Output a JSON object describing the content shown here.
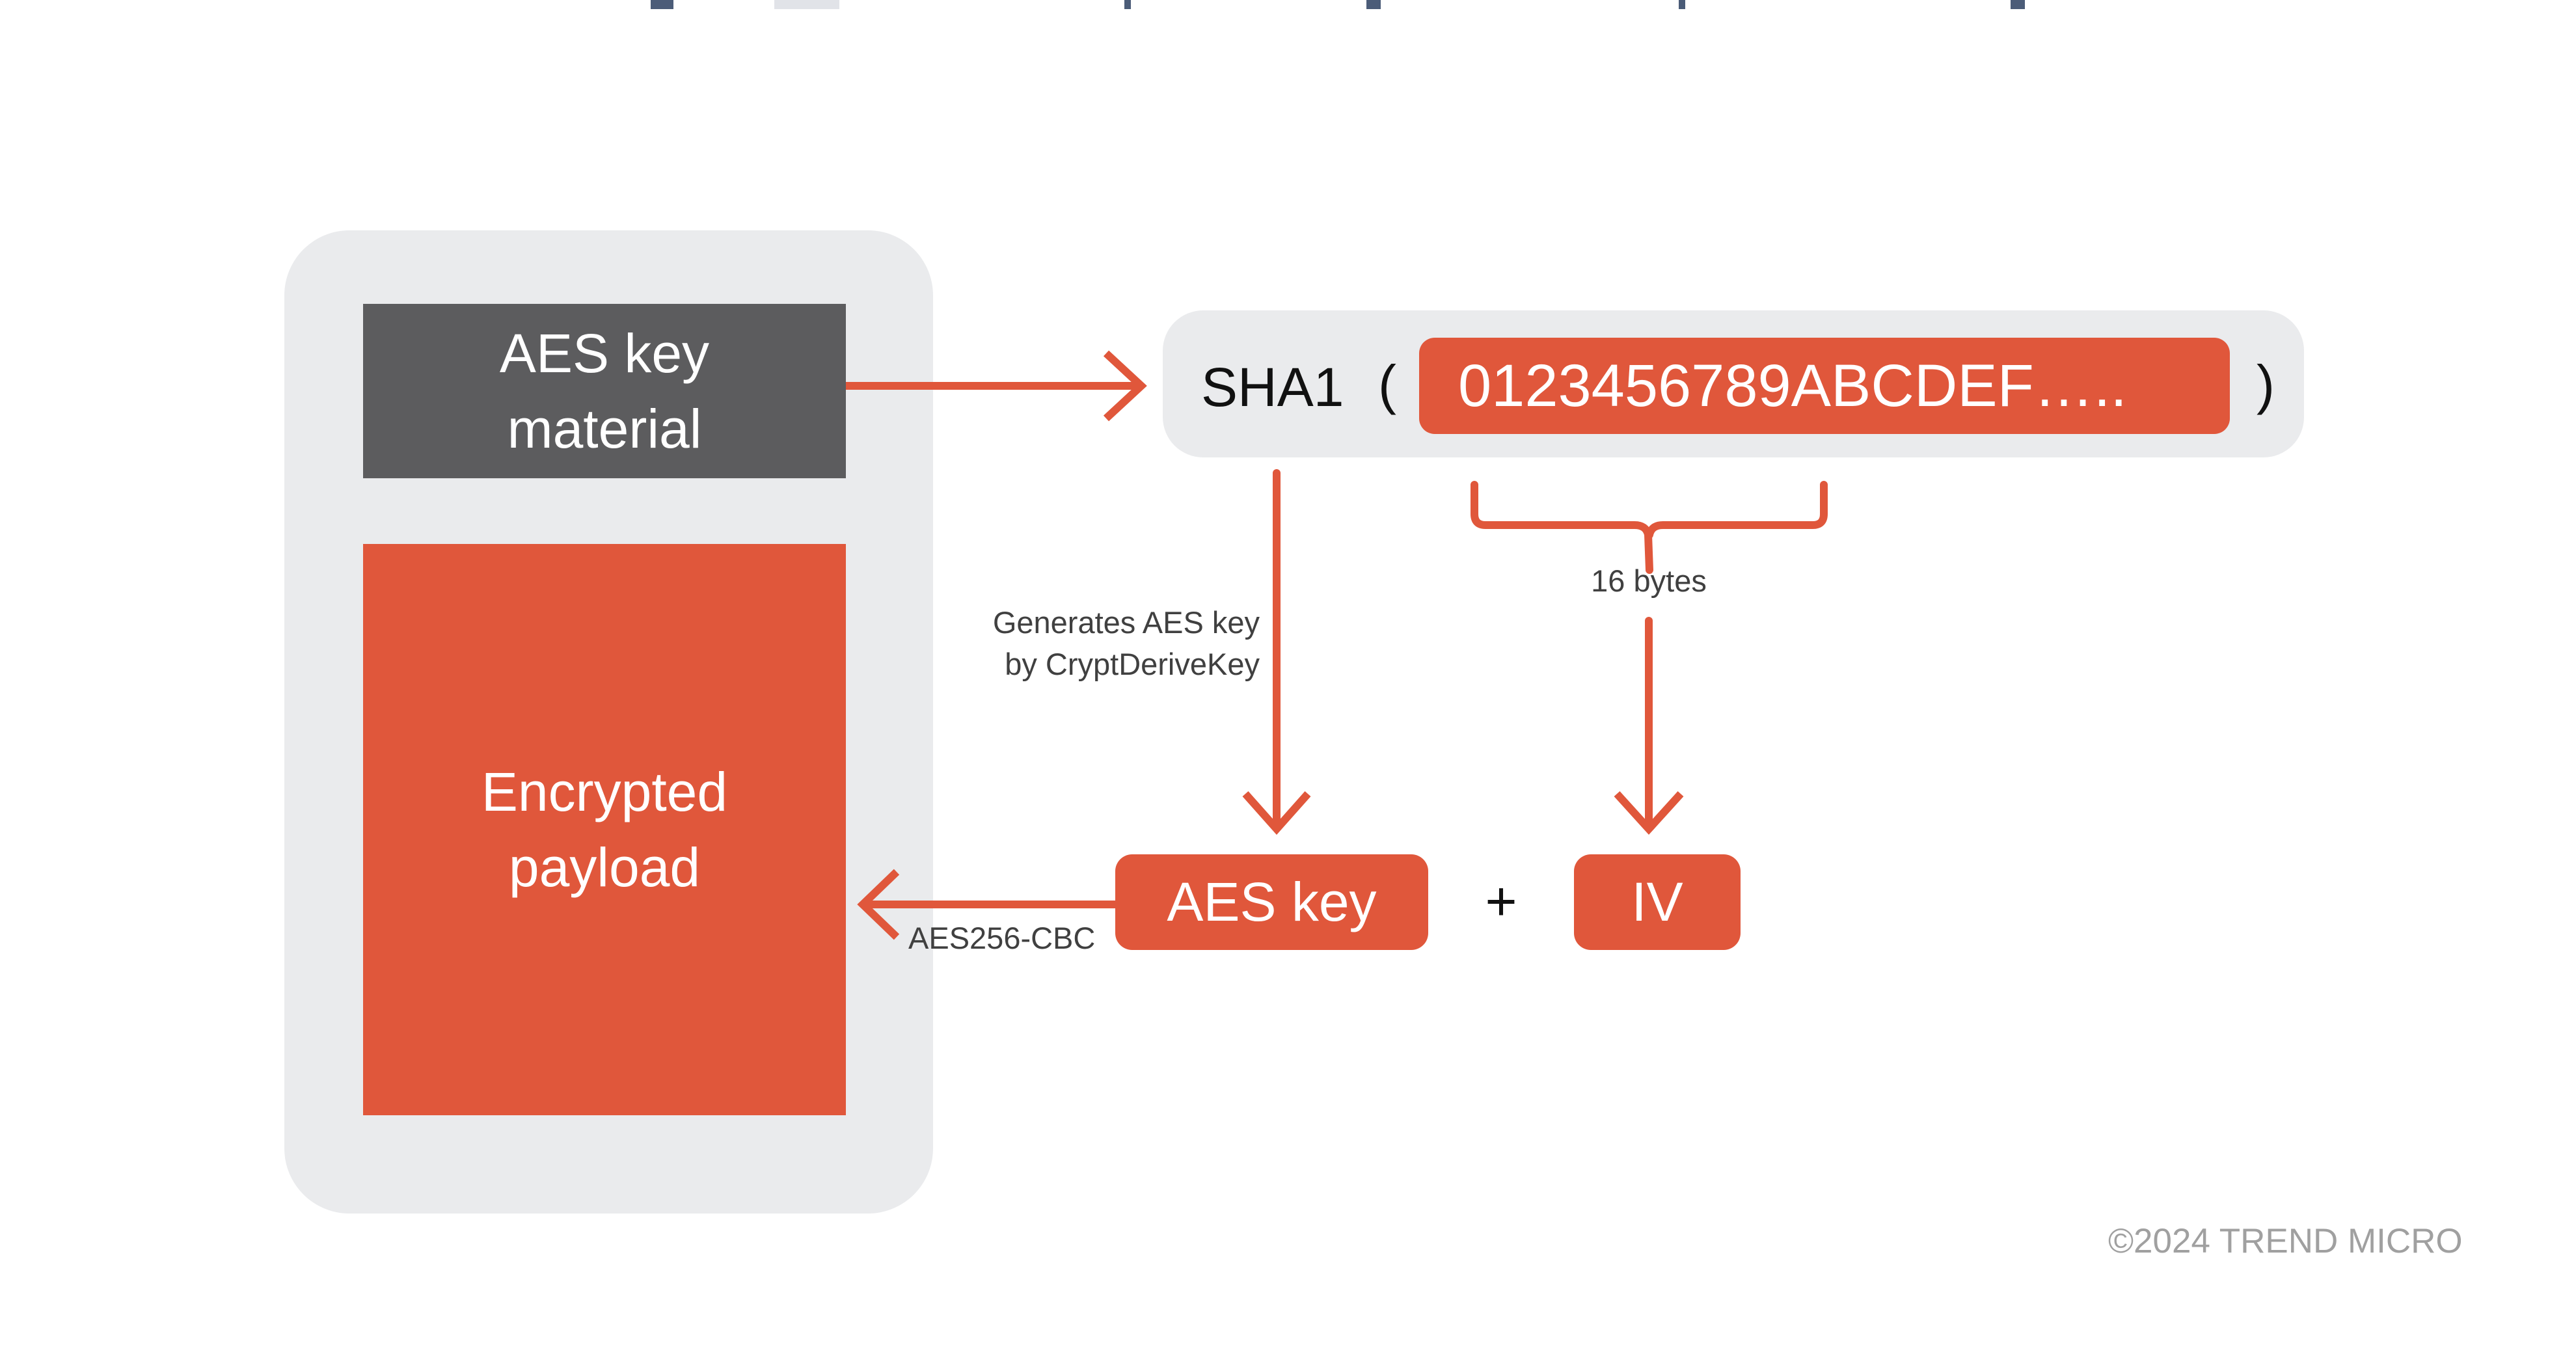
{
  "diagram": {
    "colors": {
      "accent": "#e0573b",
      "dark_box": "#5c5c5e",
      "panel": "#eaebed",
      "caption_text": "#404040",
      "copyright_text": "#a0a0a0"
    },
    "left_panel": {
      "key_material": {
        "line1": "AES key",
        "line2": "material"
      },
      "encrypted_payload": {
        "line1": "Encrypted",
        "line2": "payload"
      }
    },
    "sha_panel": {
      "function_label": "SHA1",
      "open_paren": "(",
      "close_paren": ")",
      "input_value": "0123456789ABCDEF….."
    },
    "captions": {
      "derive_line1": "Generates AES key",
      "derive_line2": "by CryptDeriveKey",
      "iv_length": "16 bytes",
      "cipher_mode": "AES256-CBC"
    },
    "outputs": {
      "aes_key_label": "AES key",
      "plus_sign": "+",
      "iv_label": "IV"
    },
    "edges": [
      {
        "from": "AES key material",
        "to": "SHA1",
        "label": ""
      },
      {
        "from": "SHA1",
        "to": "AES key",
        "label": "Generates AES key by CryptDeriveKey"
      },
      {
        "from": "SHA1 (first 16 bytes)",
        "to": "IV",
        "label": "16 bytes"
      },
      {
        "from": "AES key",
        "to": "Encrypted payload",
        "label": "AES256-CBC"
      }
    ],
    "copyright": "©2024 TREND MICRO"
  }
}
